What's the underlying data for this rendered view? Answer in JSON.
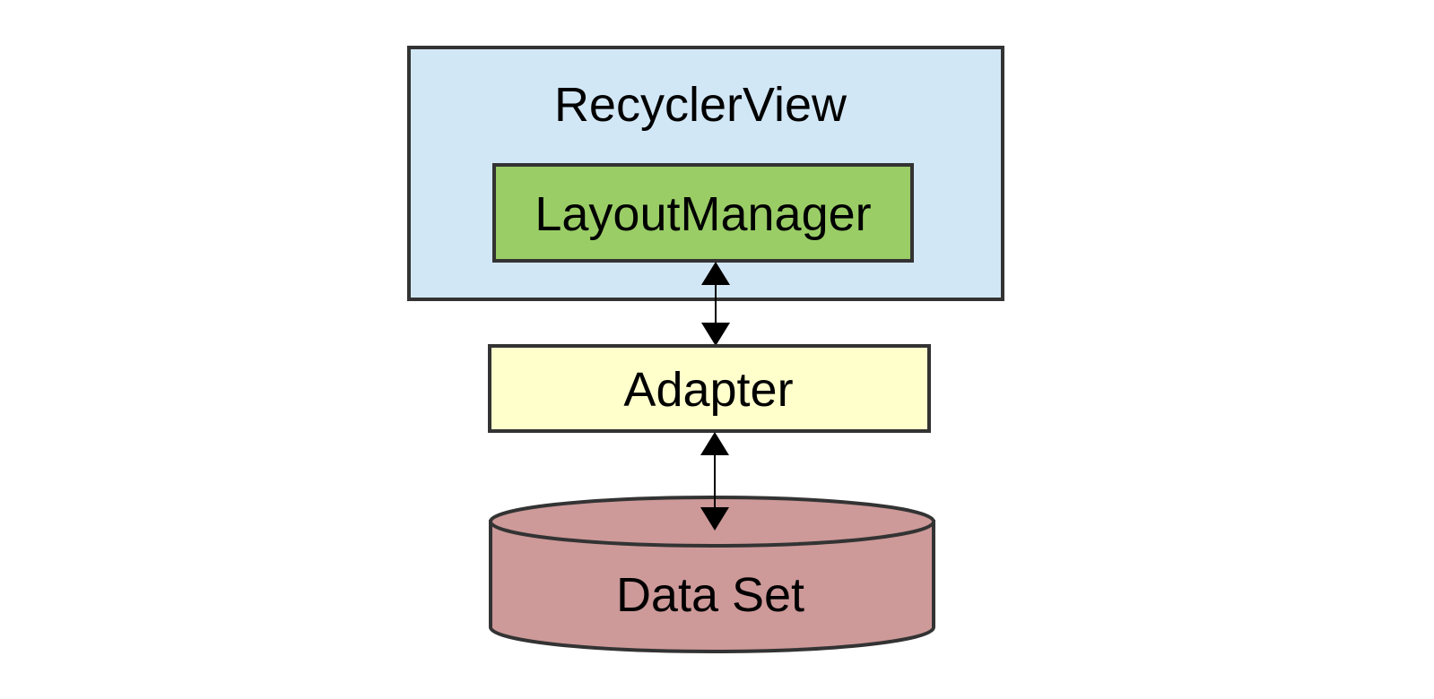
{
  "diagram": {
    "nodes": {
      "recyclerview": {
        "label": "RecyclerView",
        "fill": "#d2e7f6"
      },
      "layoutmanager": {
        "label": "LayoutManager",
        "fill": "#9acd66"
      },
      "adapter": {
        "label": "Adapter",
        "fill": "#ffffcc"
      },
      "dataset": {
        "label": "Data Set",
        "fill": "#cd9999"
      }
    },
    "edges": [
      {
        "from": "layoutmanager",
        "to": "adapter",
        "direction": "both"
      },
      {
        "from": "adapter",
        "to": "dataset",
        "direction": "both"
      }
    ],
    "stroke_color": "#333333",
    "arrow_color": "#000000"
  }
}
